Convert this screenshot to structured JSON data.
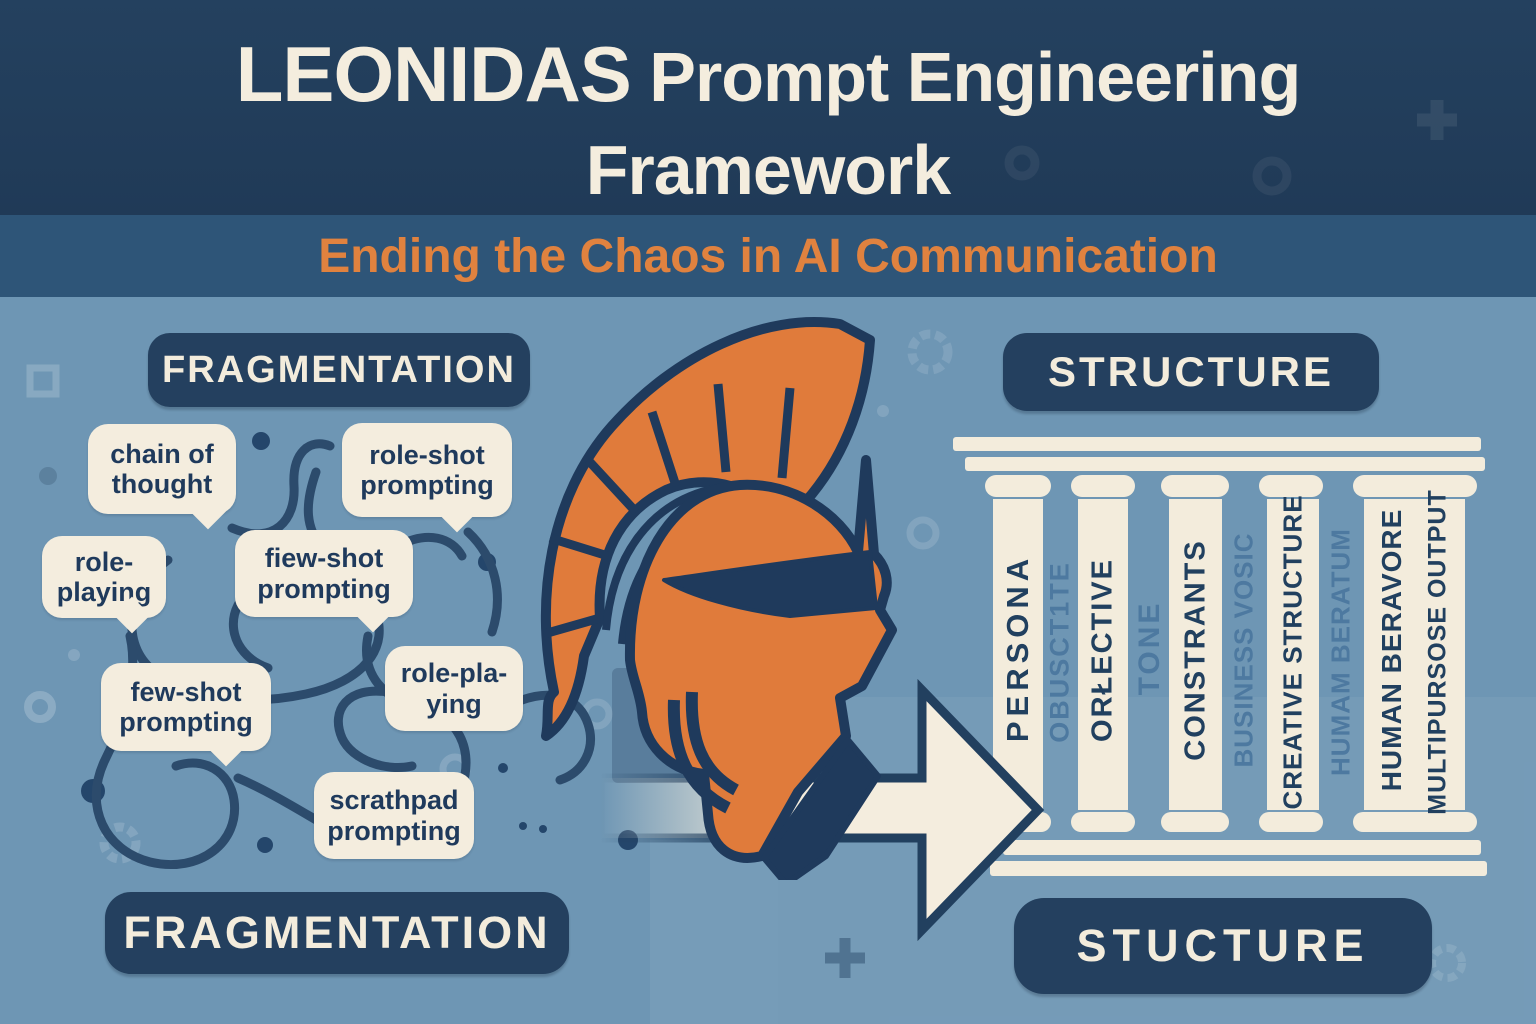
{
  "header": {
    "brand": "LEONIDAS",
    "title_line1": "Prompt Engineering",
    "title_line2": "Framework",
    "subtitle": "Ending the Chaos in AI Communication"
  },
  "fragmentation": {
    "top_label": "FRAGMENTATION",
    "bottom_label": "FRAGMENTATION",
    "bubbles": [
      {
        "text": "chain of\nthought"
      },
      {
        "text": "role-shot\nprompting"
      },
      {
        "text": "role-\nplaying"
      },
      {
        "text": "fiew-shot\nprompting"
      },
      {
        "text": "few-shot\nprompting"
      },
      {
        "text": "role-pla-\nying"
      },
      {
        "text": "scrathpad\nprompting"
      }
    ]
  },
  "structure": {
    "top_label": "STRUCTURE",
    "bottom_label": "STUCTURE",
    "pillar_labels": [
      "PERSONA",
      "ORŁECTIVE",
      "CONSTRANTS",
      "CREATIVE STRUCTURE",
      "HUMAN BERAVORE",
      "MULTIPURSOSE OUTPUT"
    ],
    "gap_labels": [
      "OBUSCT1TE",
      "TONE",
      "BUSINESS VOSIC",
      "HUMAM BERATUM"
    ]
  },
  "center": {
    "helmet_icon": "spartan-helmet",
    "arrow_icon": "right-arrow"
  },
  "colors": {
    "header_bg": "#213c59",
    "band_bg": "#2e5578",
    "main_bg": "#6e96b4",
    "cream": "#f4edde",
    "navy": "#1f3a5c",
    "orange": "#e07b3b",
    "subtitle_orange": "#e0823f",
    "tangle": "#2c4b6c",
    "gap_text": "#4d79a0"
  }
}
